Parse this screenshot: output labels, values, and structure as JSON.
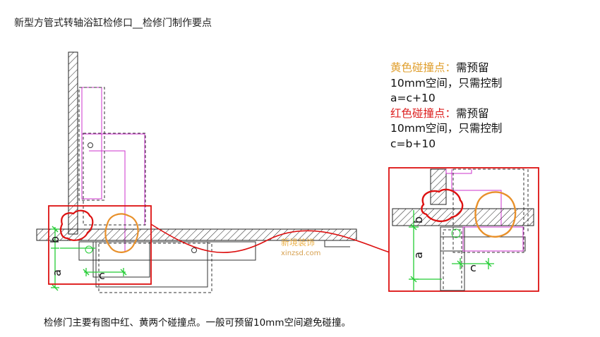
{
  "title": "新型方管式转轴浴缸检修口__检修门制作要点",
  "notes": {
    "yellow_label": "黄色碰撞点：",
    "yellow_text": "需预留",
    "yellow_line2": "10mm空间，只需控制",
    "yellow_line3": "a=c+10",
    "red_label": "红色碰撞点：",
    "red_text": "需预留",
    "red_line2": "10mm空间，只需控制",
    "red_line3": "c=b+10"
  },
  "dimensions": {
    "a": "a",
    "b": "b",
    "c": "c"
  },
  "watermark": {
    "brand": "新境装饰",
    "url": "xinzsd.com"
  },
  "caption": "检修门主要有图中红、黄两个碰撞点。一般可预留10mm空间避免碰撞。",
  "colors": {
    "red": "#dd1111",
    "yellow": "#e8902a",
    "green": "#22cc33",
    "magenta": "#cc33cc",
    "yellow_label": "#e0a030",
    "red_label": "#dd2222"
  }
}
